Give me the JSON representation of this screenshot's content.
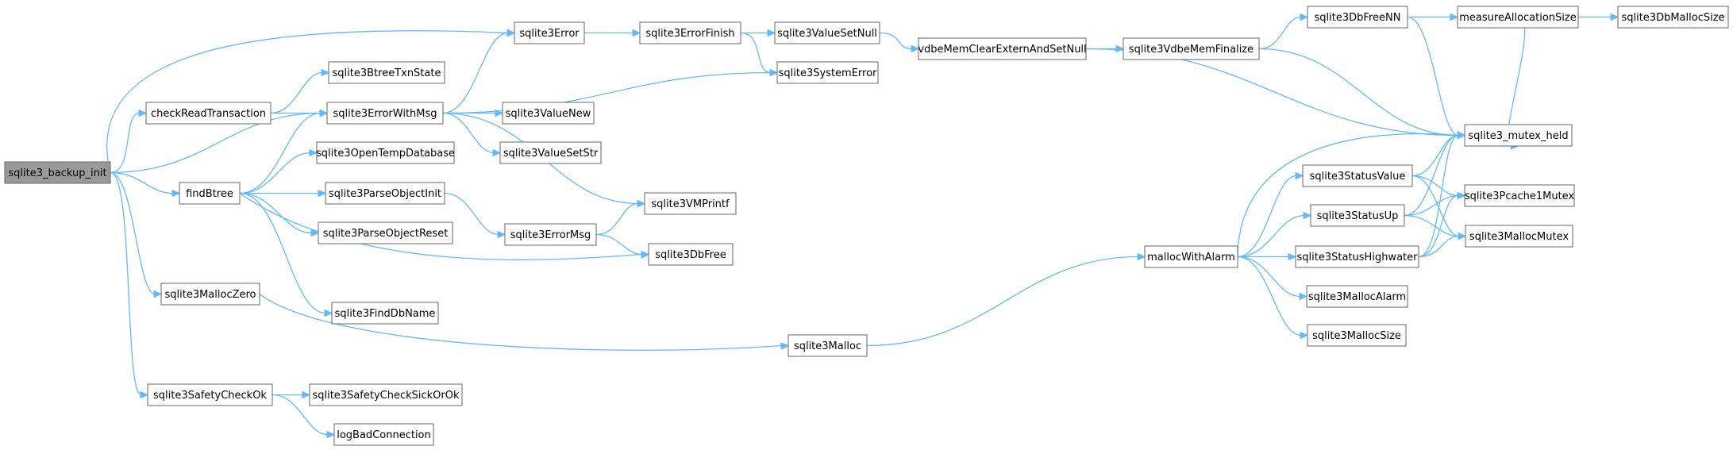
{
  "nodes": [
    {
      "id": "sqlite3_backup_init",
      "label": "sqlite3_backup_init",
      "root": true
    },
    {
      "id": "checkReadTransaction",
      "label": "checkReadTransaction"
    },
    {
      "id": "findBtree",
      "label": "findBtree"
    },
    {
      "id": "sqlite3MallocZero",
      "label": "sqlite3MallocZero"
    },
    {
      "id": "sqlite3SafetyCheckOk",
      "label": "sqlite3SafetyCheckOk"
    },
    {
      "id": "sqlite3Error",
      "label": "sqlite3Error"
    },
    {
      "id": "sqlite3BtreeTxnState",
      "label": "sqlite3BtreeTxnState"
    },
    {
      "id": "sqlite3ErrorWithMsg",
      "label": "sqlite3ErrorWithMsg"
    },
    {
      "id": "sqlite3OpenTempDatabase",
      "label": "sqlite3OpenTempDatabase"
    },
    {
      "id": "sqlite3ParseObjectInit",
      "label": "sqlite3ParseObjectInit"
    },
    {
      "id": "sqlite3ParseObjectReset",
      "label": "sqlite3ParseObjectReset"
    },
    {
      "id": "sqlite3FindDbName",
      "label": "sqlite3FindDbName"
    },
    {
      "id": "sqlite3SafetyCheckSickOrOk",
      "label": "sqlite3SafetyCheckSickOrOk"
    },
    {
      "id": "logBadConnection",
      "label": "logBadConnection"
    },
    {
      "id": "sqlite3ErrorFinish",
      "label": "sqlite3ErrorFinish"
    },
    {
      "id": "sqlite3ValueNew",
      "label": "sqlite3ValueNew"
    },
    {
      "id": "sqlite3ValueSetStr",
      "label": "sqlite3ValueSetStr"
    },
    {
      "id": "sqlite3ErrorMsg",
      "label": "sqlite3ErrorMsg"
    },
    {
      "id": "sqlite3VMPrintf",
      "label": "sqlite3VMPrintf"
    },
    {
      "id": "sqlite3DbFree",
      "label": "sqlite3DbFree"
    },
    {
      "id": "sqlite3Malloc",
      "label": "sqlite3Malloc"
    },
    {
      "id": "sqlite3ValueSetNull",
      "label": "sqlite3ValueSetNull"
    },
    {
      "id": "sqlite3SystemError",
      "label": "sqlite3SystemError"
    },
    {
      "id": "vdbeMemClearExternAndSetNull",
      "label": "vdbeMemClearExternAndSetNull"
    },
    {
      "id": "mallocWithAlarm",
      "label": "mallocWithAlarm"
    },
    {
      "id": "sqlite3VdbeMemFinalize",
      "label": "sqlite3VdbeMemFinalize"
    },
    {
      "id": "sqlite3DbFreeNN",
      "label": "sqlite3DbFreeNN"
    },
    {
      "id": "sqlite3StatusValue",
      "label": "sqlite3StatusValue"
    },
    {
      "id": "sqlite3StatusUp",
      "label": "sqlite3StatusUp"
    },
    {
      "id": "sqlite3StatusHighwater",
      "label": "sqlite3StatusHighwater"
    },
    {
      "id": "sqlite3MallocAlarm",
      "label": "sqlite3MallocAlarm"
    },
    {
      "id": "sqlite3MallocSize",
      "label": "sqlite3MallocSize"
    },
    {
      "id": "measureAllocationSize",
      "label": "measureAllocationSize"
    },
    {
      "id": "sqlite3_mutex_held",
      "label": "sqlite3_mutex_held"
    },
    {
      "id": "sqlite3Pcache1Mutex",
      "label": "sqlite3Pcache1Mutex"
    },
    {
      "id": "sqlite3MallocMutex",
      "label": "sqlite3MallocMutex"
    },
    {
      "id": "sqlite3DbMallocSize",
      "label": "sqlite3DbMallocSize"
    }
  ],
  "edges": [
    [
      "sqlite3_backup_init",
      "sqlite3Error"
    ],
    [
      "sqlite3_backup_init",
      "checkReadTransaction"
    ],
    [
      "sqlite3_backup_init",
      "sqlite3ErrorWithMsg"
    ],
    [
      "sqlite3_backup_init",
      "findBtree"
    ],
    [
      "sqlite3_backup_init",
      "sqlite3MallocZero"
    ],
    [
      "sqlite3_backup_init",
      "sqlite3SafetyCheckOk"
    ],
    [
      "checkReadTransaction",
      "sqlite3BtreeTxnState"
    ],
    [
      "checkReadTransaction",
      "sqlite3ErrorWithMsg"
    ],
    [
      "findBtree",
      "sqlite3ErrorWithMsg"
    ],
    [
      "findBtree",
      "sqlite3OpenTempDatabase"
    ],
    [
      "findBtree",
      "sqlite3ParseObjectInit"
    ],
    [
      "findBtree",
      "sqlite3ParseObjectReset"
    ],
    [
      "findBtree",
      "sqlite3DbFree"
    ],
    [
      "findBtree",
      "sqlite3FindDbName"
    ],
    [
      "sqlite3MallocZero",
      "sqlite3Malloc"
    ],
    [
      "sqlite3SafetyCheckOk",
      "sqlite3SafetyCheckSickOrOk"
    ],
    [
      "sqlite3SafetyCheckOk",
      "logBadConnection"
    ],
    [
      "sqlite3ErrorWithMsg",
      "sqlite3Error"
    ],
    [
      "sqlite3ErrorWithMsg",
      "sqlite3SystemError"
    ],
    [
      "sqlite3ErrorWithMsg",
      "sqlite3ValueNew"
    ],
    [
      "sqlite3ErrorWithMsg",
      "sqlite3ValueSetStr"
    ],
    [
      "sqlite3ErrorWithMsg",
      "sqlite3VMPrintf"
    ],
    [
      "sqlite3ParseObjectInit",
      "sqlite3ErrorMsg"
    ],
    [
      "sqlite3ErrorMsg",
      "sqlite3VMPrintf"
    ],
    [
      "sqlite3ErrorMsg",
      "sqlite3DbFree"
    ],
    [
      "sqlite3Error",
      "sqlite3ErrorFinish"
    ],
    [
      "sqlite3ErrorFinish",
      "sqlite3ValueSetNull"
    ],
    [
      "sqlite3ErrorFinish",
      "sqlite3SystemError"
    ],
    [
      "sqlite3ValueSetNull",
      "vdbeMemClearExternAndSetNull"
    ],
    [
      "vdbeMemClearExternAndSetNull",
      "sqlite3VdbeMemFinalize"
    ],
    [
      "vdbeMemClearExternAndSetNull",
      "sqlite3_mutex_held"
    ],
    [
      "sqlite3VdbeMemFinalize",
      "sqlite3DbFreeNN"
    ],
    [
      "sqlite3VdbeMemFinalize",
      "sqlite3_mutex_held"
    ],
    [
      "sqlite3DbFreeNN",
      "measureAllocationSize"
    ],
    [
      "sqlite3DbFreeNN",
      "sqlite3_mutex_held"
    ],
    [
      "measureAllocationSize",
      "sqlite3DbMallocSize"
    ],
    [
      "measureAllocationSize",
      "sqlite3_mutex_held"
    ],
    [
      "sqlite3Malloc",
      "mallocWithAlarm"
    ],
    [
      "mallocWithAlarm",
      "sqlite3_mutex_held"
    ],
    [
      "mallocWithAlarm",
      "sqlite3StatusValue"
    ],
    [
      "mallocWithAlarm",
      "sqlite3StatusUp"
    ],
    [
      "mallocWithAlarm",
      "sqlite3StatusHighwater"
    ],
    [
      "mallocWithAlarm",
      "sqlite3MallocAlarm"
    ],
    [
      "mallocWithAlarm",
      "sqlite3MallocSize"
    ],
    [
      "sqlite3StatusValue",
      "sqlite3_mutex_held"
    ],
    [
      "sqlite3StatusValue",
      "sqlite3Pcache1Mutex"
    ],
    [
      "sqlite3StatusValue",
      "sqlite3MallocMutex"
    ],
    [
      "sqlite3StatusUp",
      "sqlite3_mutex_held"
    ],
    [
      "sqlite3StatusUp",
      "sqlite3Pcache1Mutex"
    ],
    [
      "sqlite3StatusUp",
      "sqlite3MallocMutex"
    ],
    [
      "sqlite3StatusHighwater",
      "sqlite3_mutex_held"
    ],
    [
      "sqlite3StatusHighwater",
      "sqlite3Pcache1Mutex"
    ],
    [
      "sqlite3StatusHighwater",
      "sqlite3MallocMutex"
    ]
  ],
  "colors": {
    "edge": "#63b8ff",
    "node_border": "#666666",
    "root_fill": "#999999"
  }
}
